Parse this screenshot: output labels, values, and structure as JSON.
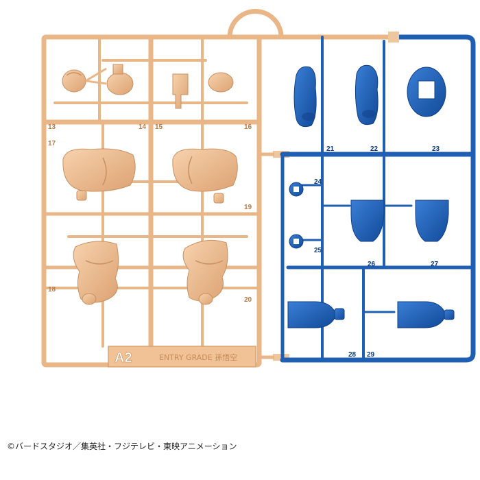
{
  "colors": {
    "runner_tan": "#ecb98c",
    "runner_tan_dark": "#c98f5f",
    "runner_blue": "#1f5fb3",
    "runner_blue_dark": "#0f3f85",
    "part_skin": "#f2c49a",
    "part_skin_shade": "#d79b6b",
    "part_blue": "#2366be",
    "label_text_tan": "#a86b3a",
    "label_text_blue": "#0d3b80"
  },
  "sprue_label": {
    "plate_code": "A2",
    "text": "ENTRY GRADE 孫悟空"
  },
  "tan_numbers": {
    "n13": "13",
    "n14": "14",
    "n15": "15",
    "n16": "16",
    "n17": "17",
    "n18": "18",
    "n19": "19",
    "n20": "20"
  },
  "blue_numbers": {
    "n21": "21",
    "n22": "22",
    "n23": "23",
    "n24": "24",
    "n25": "25",
    "n26": "26",
    "n27": "27",
    "n28": "28",
    "n29": "29"
  },
  "copyright": "©バードスタジオ／集英社・フジテレビ・東映アニメーション"
}
